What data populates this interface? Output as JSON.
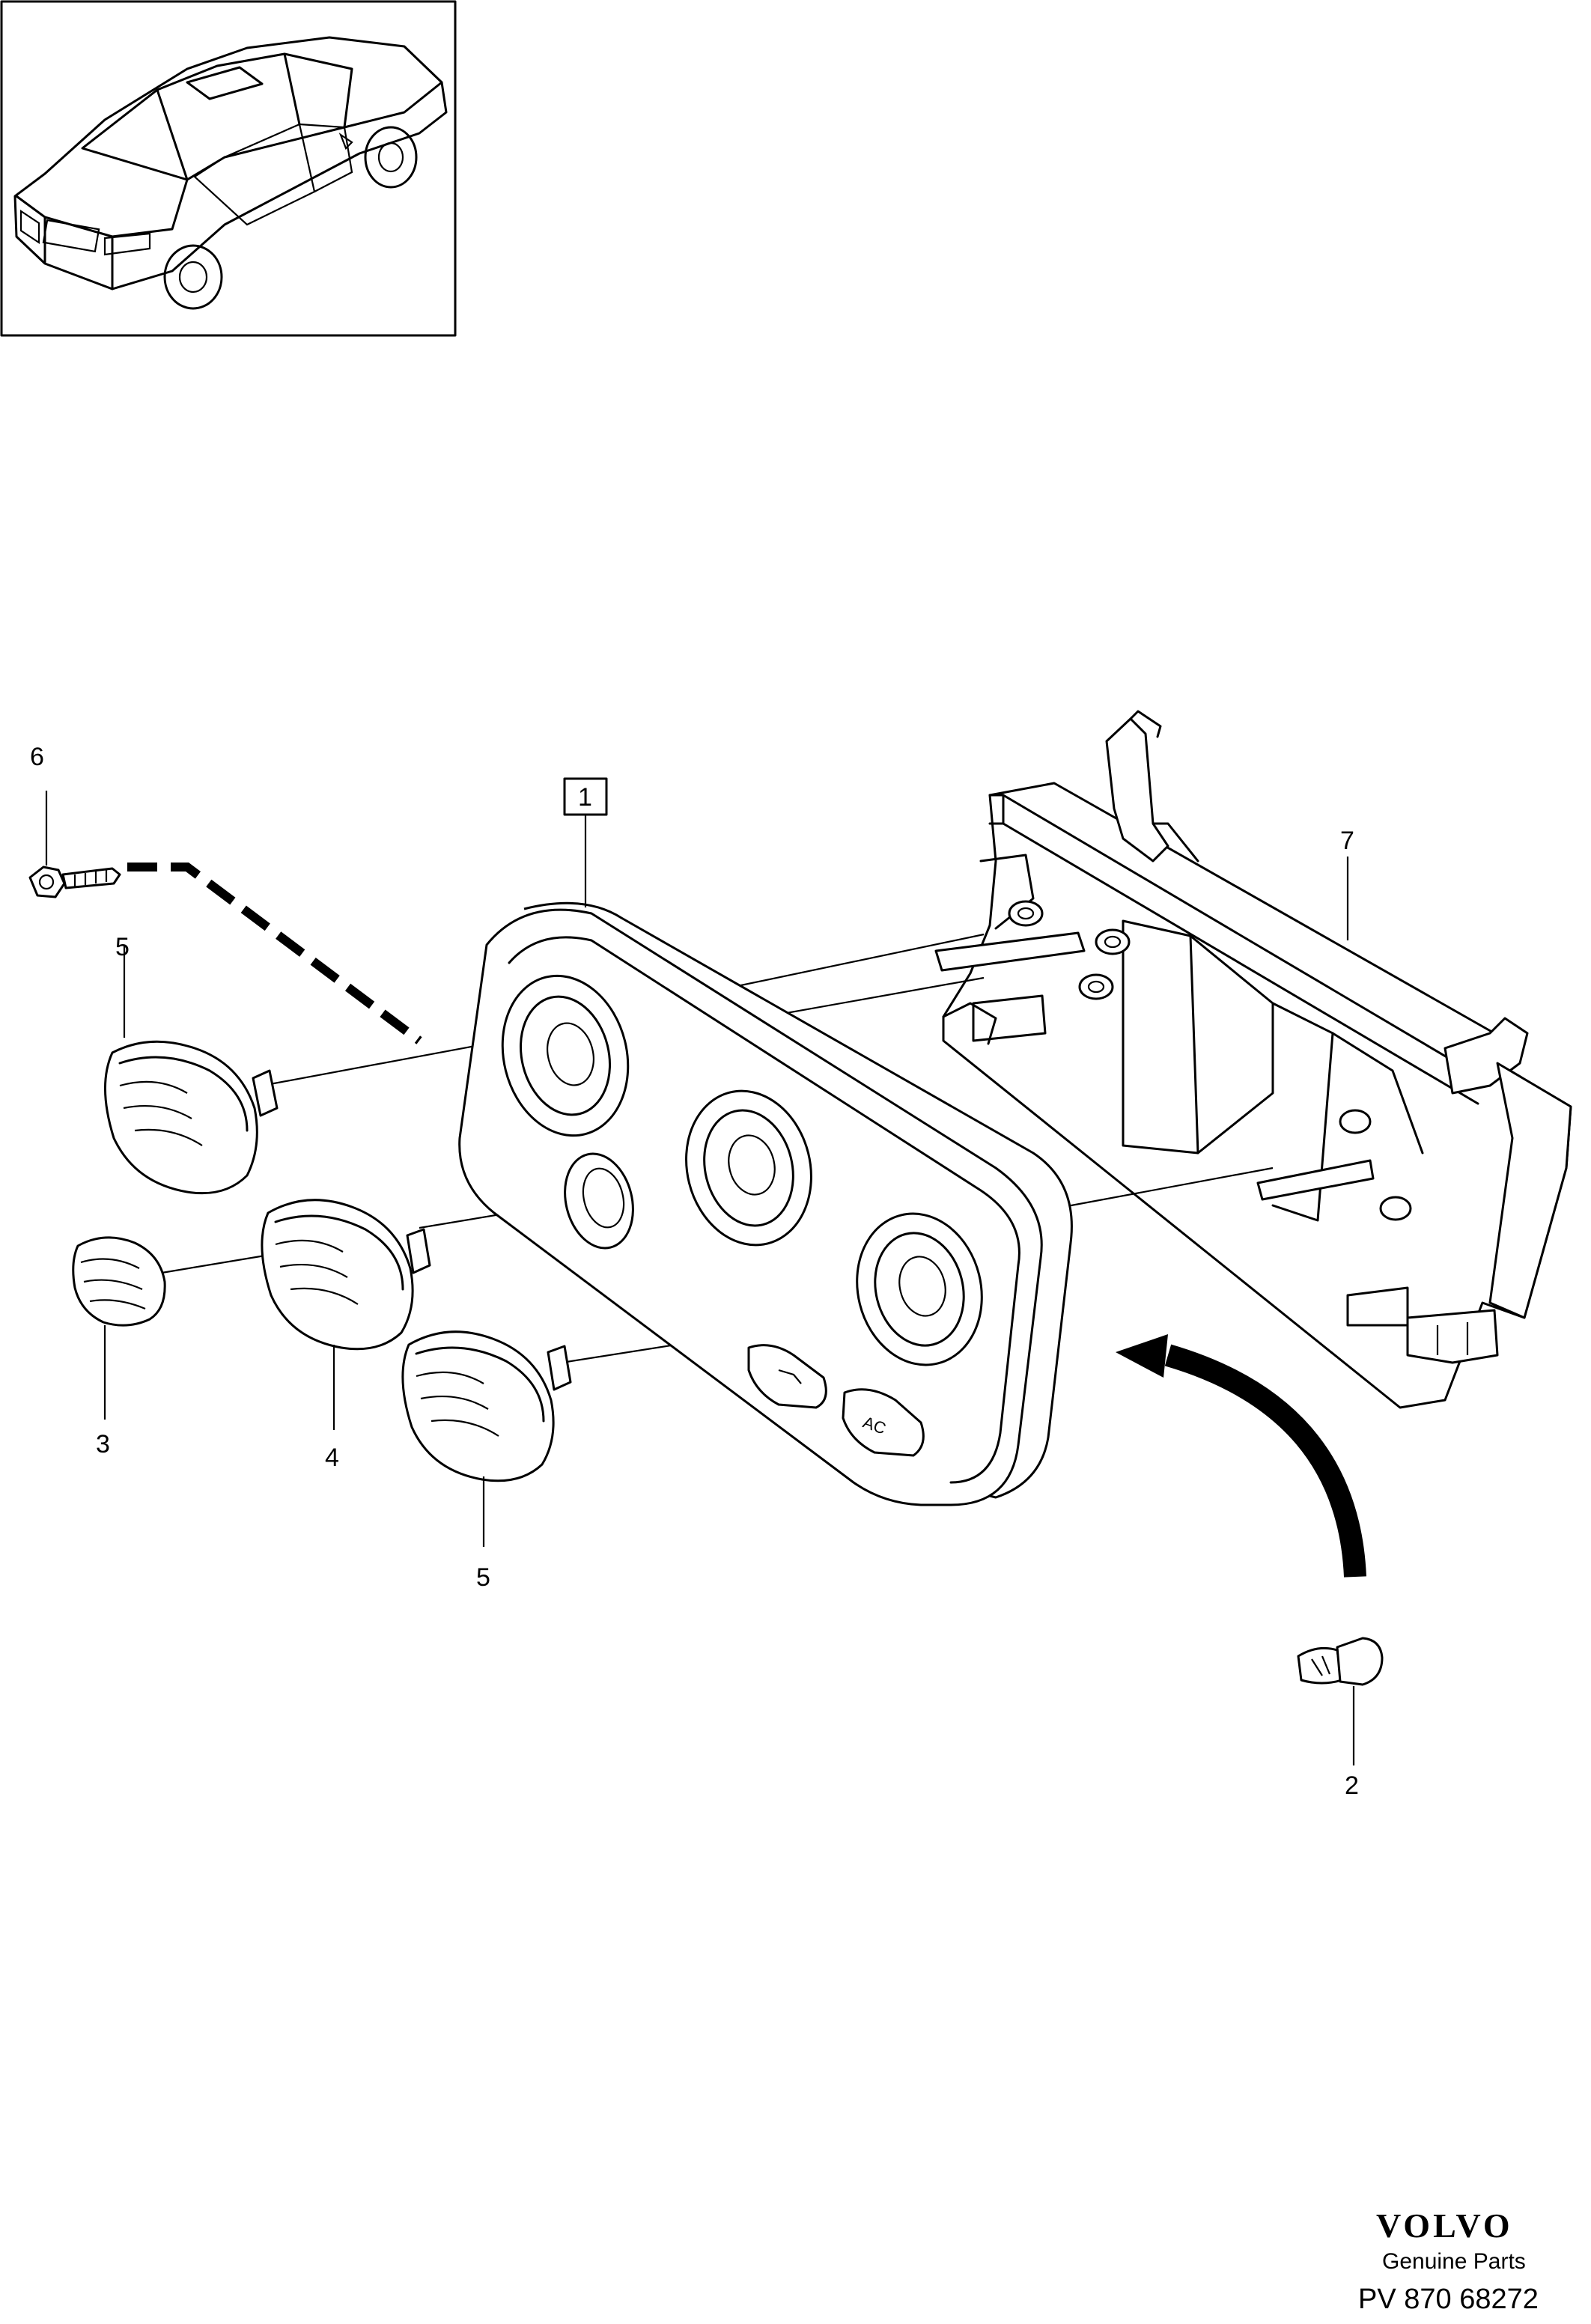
{
  "callouts": {
    "part_1": "1",
    "part_2": "2",
    "part_3": "3",
    "part_4": "4",
    "part_5_top": "5",
    "part_5_bottom": "5",
    "part_6": "6",
    "part_7": "7"
  },
  "panel_buttons": {
    "ac": "AC"
  },
  "brand": {
    "logo_text": "VOLVO",
    "tagline": "Genuine Parts",
    "diagram_number": "PV 870 68272"
  }
}
